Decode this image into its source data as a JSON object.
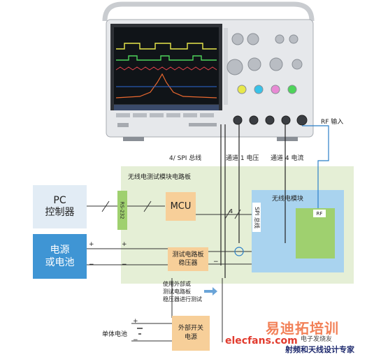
{
  "labels": {
    "rf_input": "RF 输入",
    "spi_bus": "4/ SPI 总线",
    "ch1_voltage": "通道 1 电压",
    "ch4_current": "通道 4 电流",
    "test_board": "无线电测试模块电路板",
    "rf_module": "无线电模块",
    "pc": "PC",
    "pc_sub": "控制器",
    "rs232": "RS-232",
    "mcu": "MCU",
    "spi_num": "4",
    "spi_bus_vertical": "SPI 总线",
    "rf": "RF",
    "power_l1": "电源",
    "power_l2": "或电池",
    "reg_l1": "测试电路板",
    "reg_l2": "稳压器",
    "note_l1": "使用外部或",
    "note_l2": "测试电路板",
    "note_l3": "稳压器进行测试",
    "battery": "单体电池",
    "ext_l1": "外部开关",
    "ext_l2": "电源",
    "plus": "+",
    "minus": "−"
  },
  "watermark": {
    "site": "elecfans.com",
    "brand_cn": "电子发烧友",
    "sub_cn": "射频和天线设计专家",
    "logo_cn": "易迪拓培训"
  },
  "colors": {
    "board_bg": "#e5efd6",
    "pc_bg": "#e2ecf5",
    "power_bg": "#3f95d4",
    "mcu_bg": "#f7cf99",
    "rf_module_bg": "#a9d3ef",
    "rf_block_bg": "#9fd06f",
    "rs232_bg": "#9fd06f",
    "reg_bg": "#f7cf99",
    "ext_bg": "#f7cf99"
  }
}
